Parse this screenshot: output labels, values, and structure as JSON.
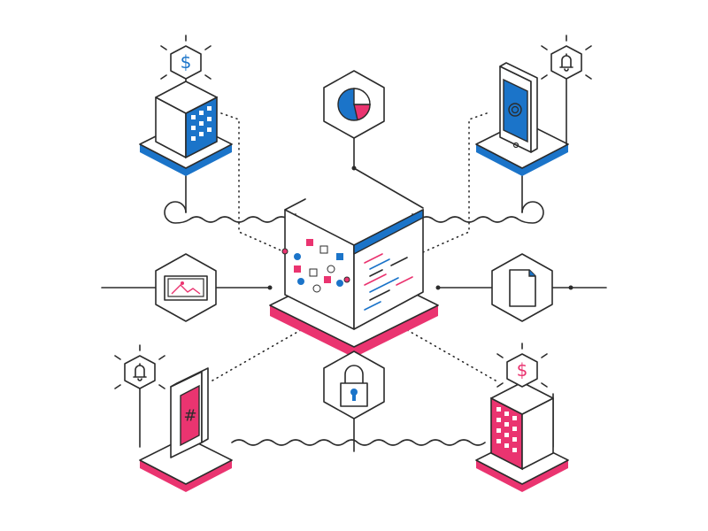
{
  "colors": {
    "blue": "#1b74c9",
    "pink": "#ea3470",
    "line": "#2b2b2b",
    "background": "#ffffff"
  },
  "icons": {
    "dollar_symbol": "$",
    "hash_symbol": "#"
  },
  "nodes": [
    "pie-chart-icon",
    "image-icon",
    "document-icon",
    "lock-icon",
    "bell-icon",
    "dollar-icon",
    "server-cube",
    "office-building",
    "smartphone"
  ]
}
